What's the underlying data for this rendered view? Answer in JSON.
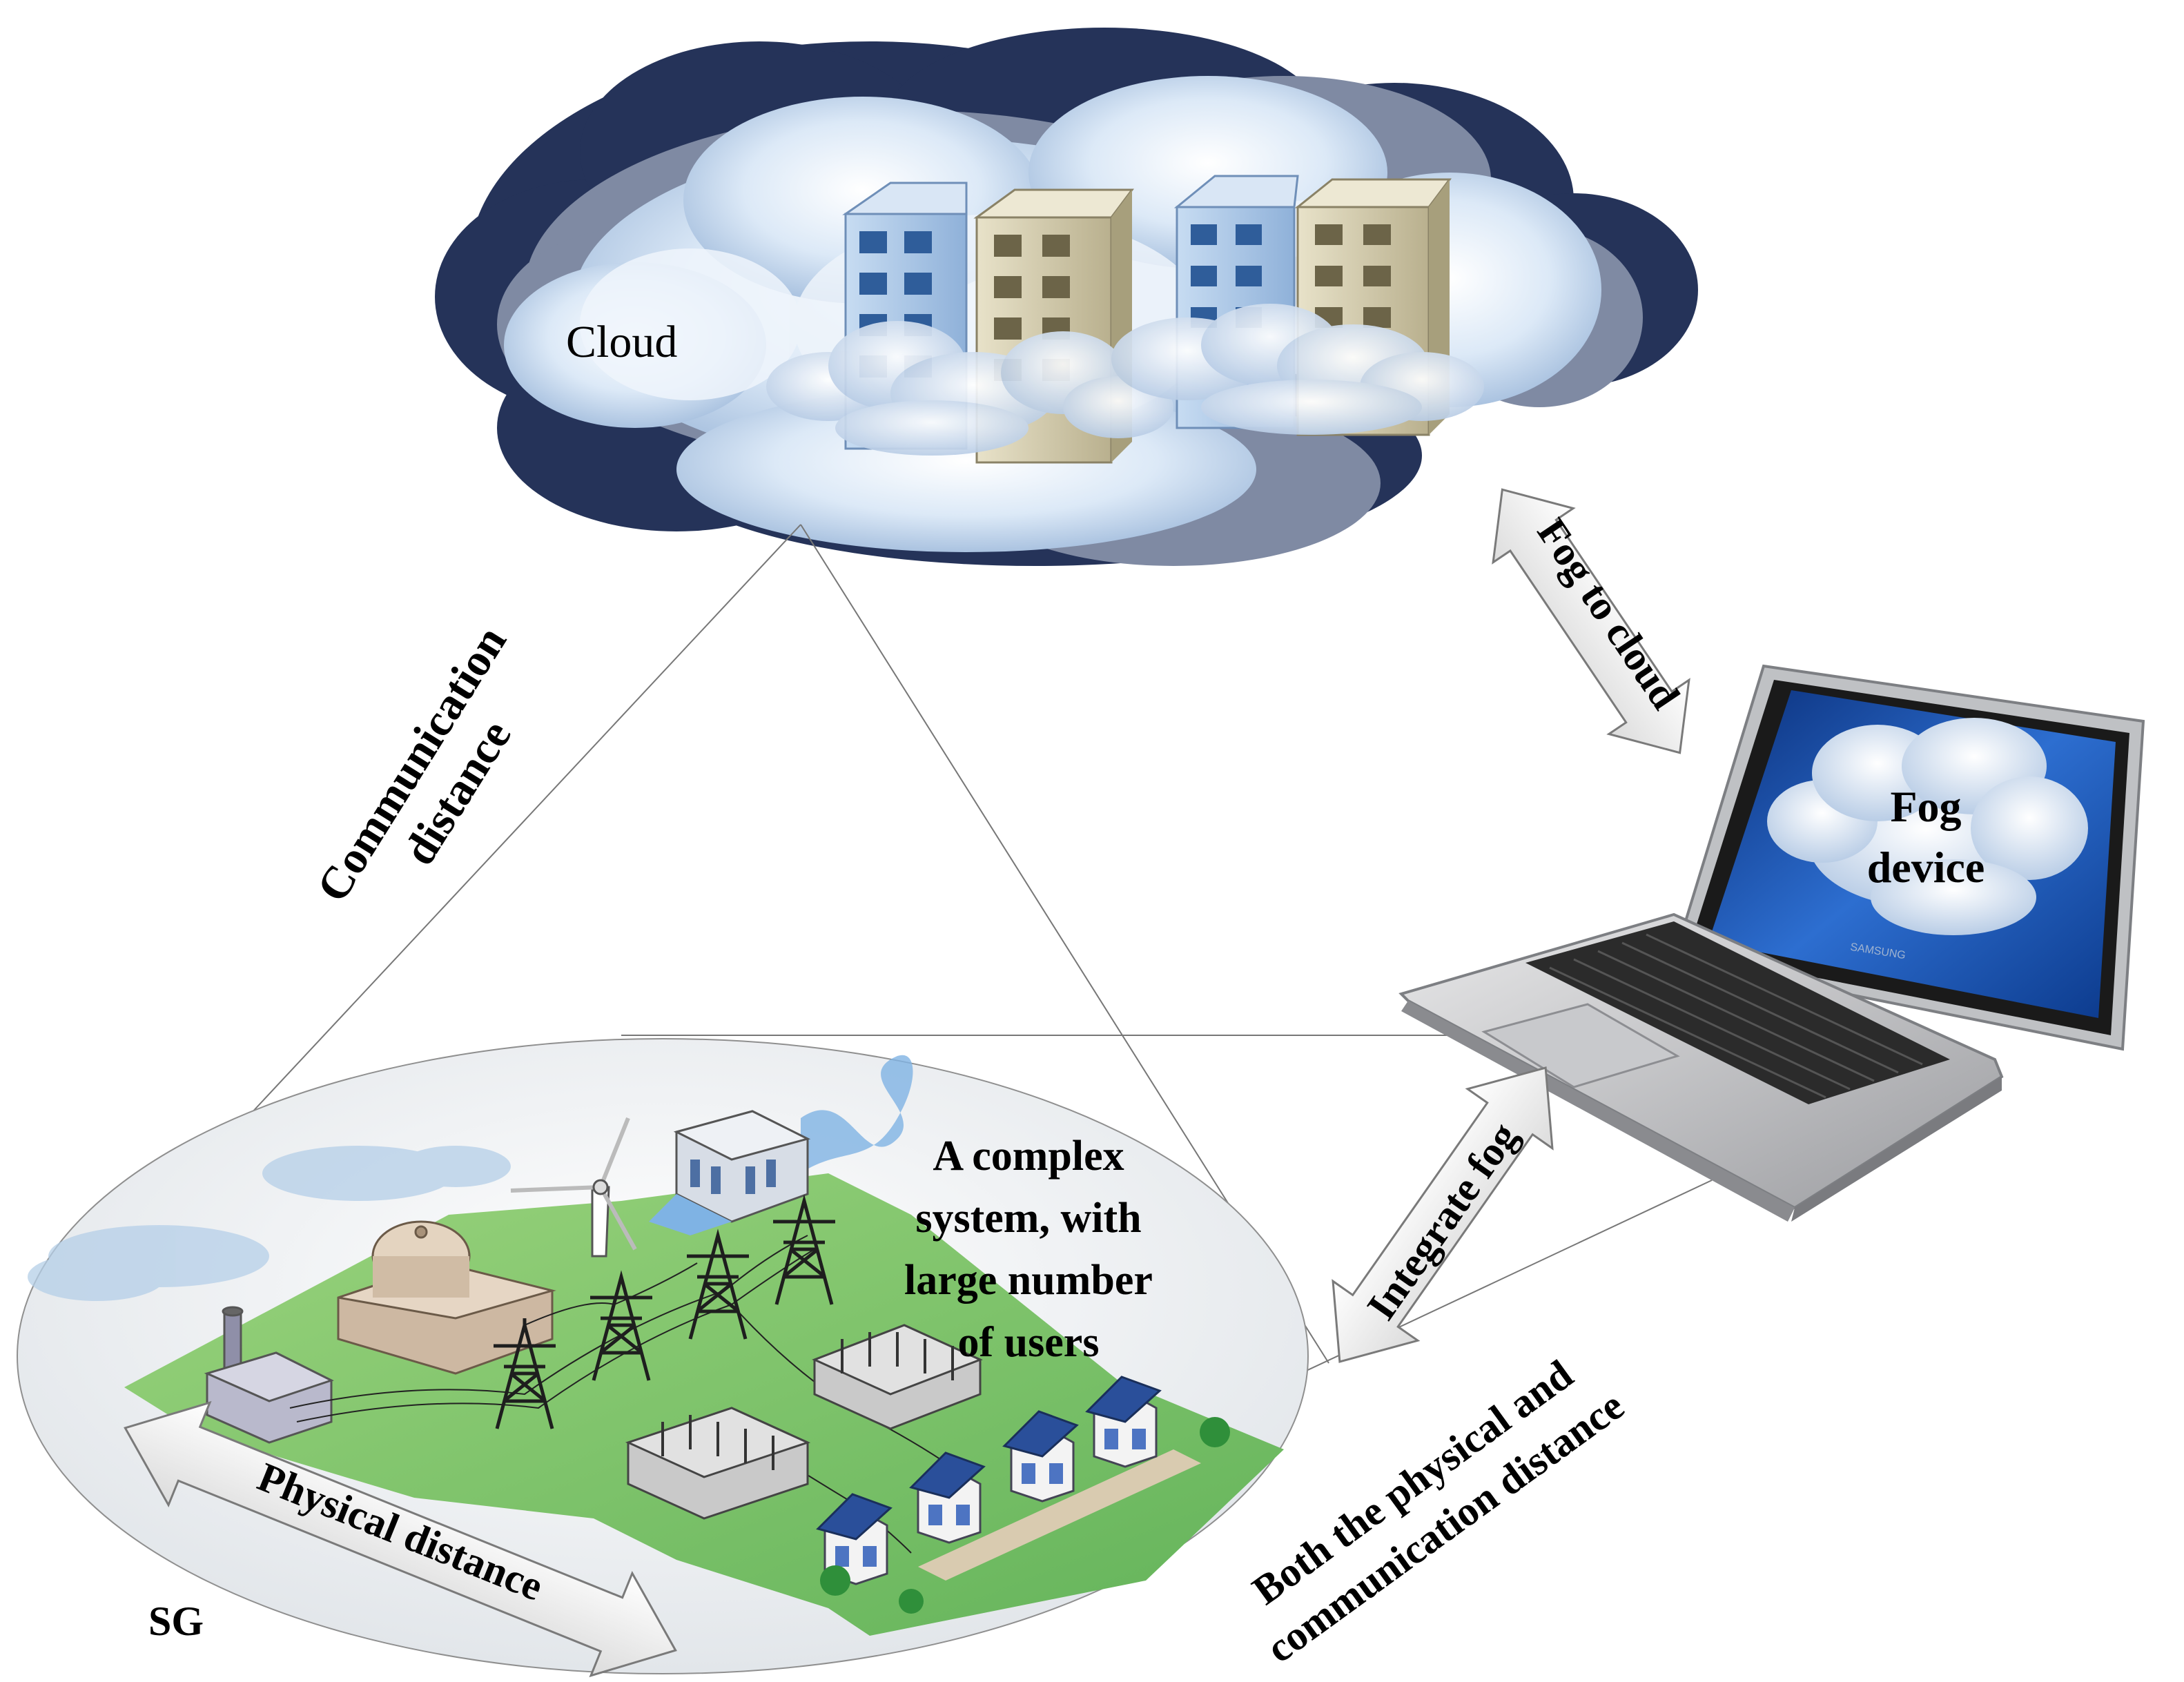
{
  "labels": {
    "cloud": "Cloud",
    "communication_line1": "Communication",
    "communication_line2": "distance",
    "fog_to_cloud": "Fog to cloud",
    "fog_device_line1": "Fog",
    "fog_device_line2": "device",
    "complex_system": [
      "A complex",
      "system, with",
      "large number",
      "of users"
    ],
    "integrate_fog": "Integrate fog",
    "both_line1": "Both the physical and",
    "both_line2": "communication distance",
    "physical_distance": "Physical distance",
    "sg": "SG",
    "laptop_brand": "SAMSUNG"
  },
  "icons": [
    "cloud-icon",
    "data-center-building-icon",
    "laptop-icon",
    "wind-turbine-icon",
    "power-plant-icon",
    "nuclear-plant-icon",
    "hydro-dam-icon",
    "transmission-tower-icon",
    "substation-icon",
    "house-solar-icon",
    "tree-icon",
    "double-arrow-icon"
  ],
  "colors": {
    "cloud_dark": "#253359",
    "cloud_mid": "#7f8aa3",
    "cloud_light": "#c9dcf0",
    "grass": "#7cc36b",
    "ellipse_fill": "#f3f5f7",
    "screen_blue": "#1d55b3",
    "arrow_fill": "#eeeeee"
  }
}
